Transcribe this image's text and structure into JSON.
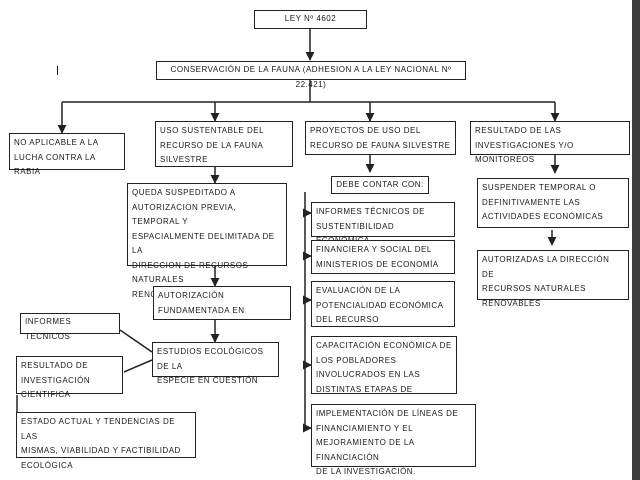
{
  "nodes": {
    "ley": "LEY Nº 4602",
    "conservacion": "CONSERVACIÓN DE LA FAUNA (ADHESION A LA LEY NACIONAL Nº 22.421)",
    "no_aplicable": "NO APLICABLE A LA\nLUCHA CONTRA LA RABIA",
    "uso_sustentable": "USO SUSTENTABLE DEL\nRECURSO DE LA FAUNA\nSILVESTRE",
    "proyectos": "PROYECTOS DE USO DEL\nRECURSO DE FAUNA SILVESTRE",
    "resultado_investigaciones": "RESULTADO DE LAS\nINVESTIGACIONES Y/O MONITOREOS",
    "queda_supeditado": "QUEDA SUSPEDITADO A\nAUTORIZACION PREVIA, TEMPORAL Y\nESPACIALMENTE DELIMITADA DE LA\nDIRECCION DE RECURSOS NATURALES\nRENOVABLE",
    "debe_contar": "DEBE CONTAR CON:",
    "suspender": "SUSPENDER TEMPORAL O\nDEFINITIVAMENTE LAS\nACTIVIDADES ECONÓMICAS",
    "autorizadas": "AUTORIZADAS LA DIRECCIÓN DE\nRECURSOS NATURALES\nRENOVABLES",
    "informes_tecnicos_sust": "INFORMES TÉCNICOS DE\nSUSTENTIBILIDAD ECONÓMICA.",
    "financiera_social": "FINANCIERA Y SOCIAL DEL\nMINISTERIOS DE ECONOMÍA",
    "evaluacion": "EVALUACIÓN DE LA\nPOTENCIALIDAD ECONÓMICA\nDEL RECURSO",
    "autorizacion": "AUTORIZACIÓN\nFUNDAMENTADA EN",
    "informes_tecnicos": "INFORMES TECNICOS",
    "estudios": "ESTUDIOS ECOLÓGICOS DE LA\nESPECIE EN CUESTIÓN",
    "resultado_investigacion": "RESULTADO DE\nINVESTIGACIÓN CIENTIFICA",
    "capacitacion": "CAPACITACIÓN ECONÓMICA DE\nLOS POBLADORES\nINVOLUCRADOS EN LAS\nDISTINTAS ETAPAS DE",
    "implementacion": "IMPLEMENTACIÓN DE LÍNEAS DE\nFINANCIAMIENTO Y EL\nMEJORAMIENTO DE LA FINANCIACIÓN\nDE LA INVESTIGACIÓN.",
    "estado_actual": "ESTADO ACTUAL Y TENDENCIAS DE LAS\nMISMAS, VIABILIDAD Y FACTIBILIDAD\nECOLÓGICA"
  },
  "colors": {
    "line": "#222222",
    "border_strip": "#3d3d3d"
  }
}
